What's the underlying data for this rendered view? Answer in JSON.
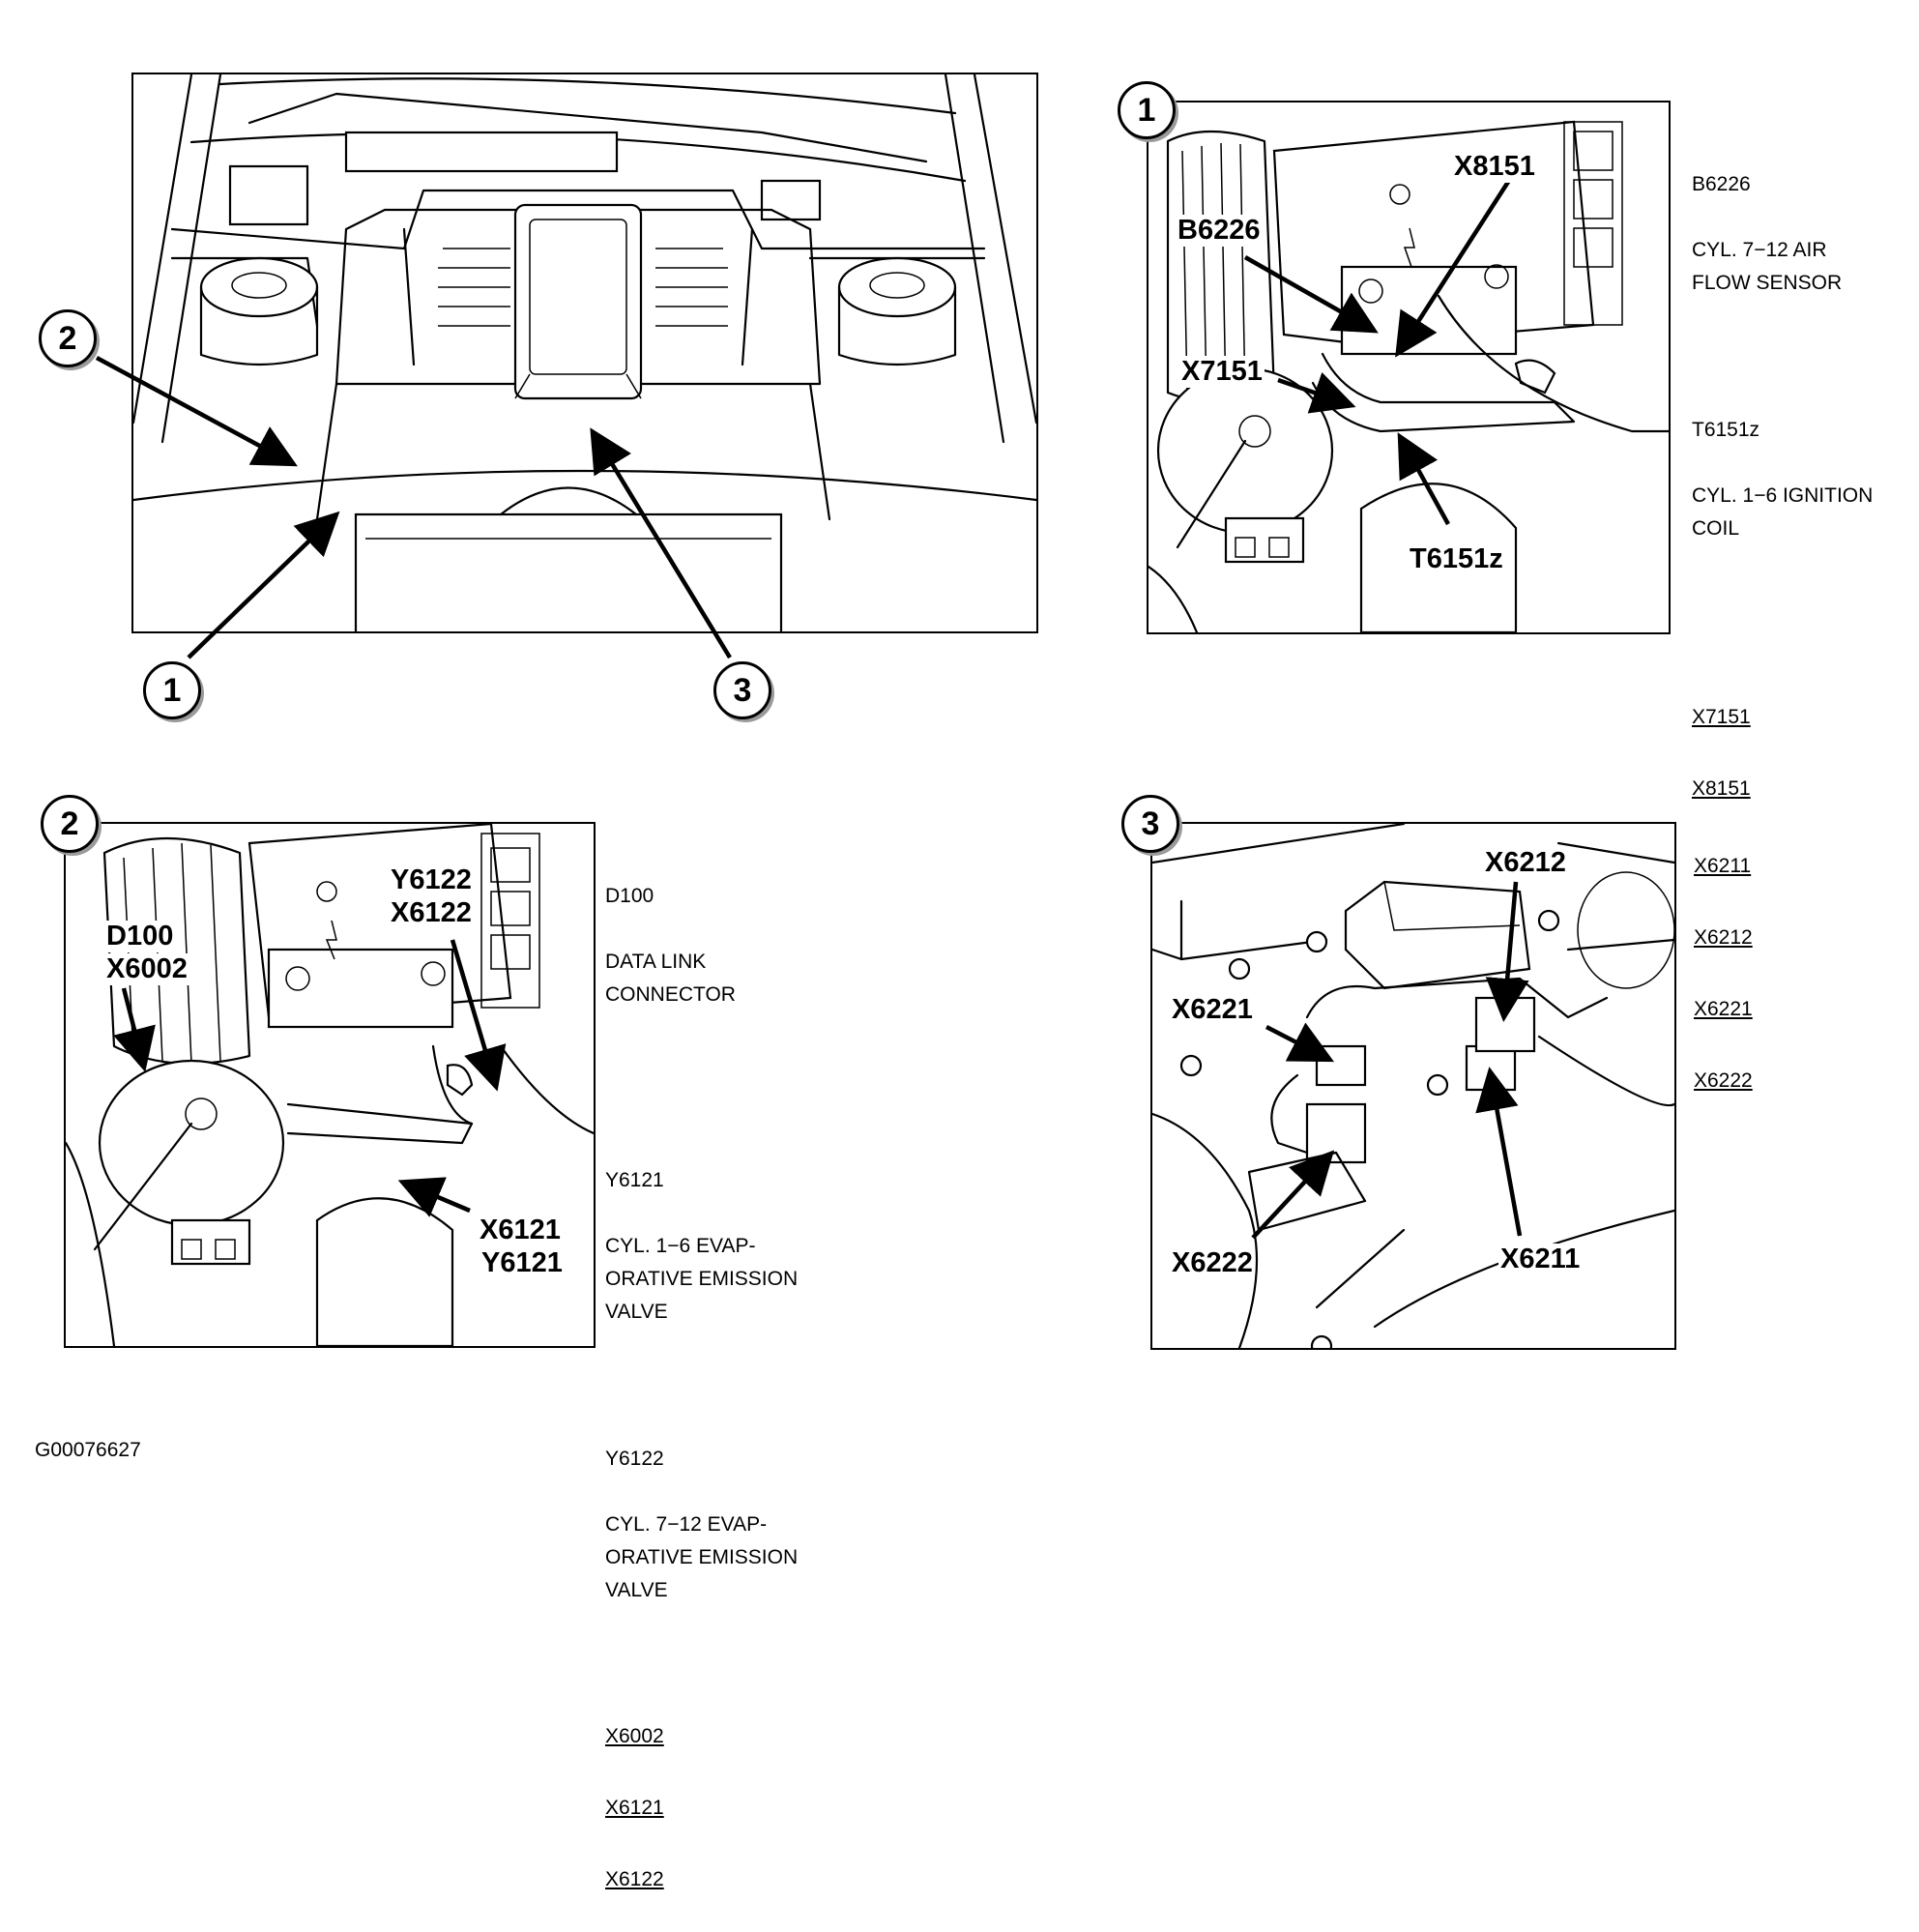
{
  "overview": {
    "badges": {
      "b1": "1",
      "b2": "2",
      "b3": "3"
    }
  },
  "detail1": {
    "badge": "1",
    "callouts": {
      "x8151": "X8151",
      "b6226": "B6226",
      "x7151": "X7151",
      "t6151z": "T6151z"
    },
    "legend": {
      "entry1_code": "B6226",
      "entry1_desc": "CYL. 7−12 AIR\nFLOW SENSOR",
      "entry2_code": "T6151z",
      "entry2_desc": "CYL. 1−6 IGNITION\nCOIL",
      "ref1": "X7151",
      "ref2": "X8151"
    }
  },
  "detail2": {
    "badge": "2",
    "callouts": {
      "y6122": "Y6122",
      "x6122": "X6122",
      "d100": "D100",
      "x6002": "X6002",
      "x6121": "X6121",
      "y6121": "Y6121"
    },
    "legend": {
      "entry1_code": "D100",
      "entry1_desc": "DATA LINK\nCONNECTOR",
      "entry2_code": "Y6121",
      "entry2_desc": "CYL. 1−6 EVAP-\nORATIVE EMISSION\nVALVE",
      "entry3_code": "Y6122",
      "entry3_desc": "CYL. 7−12 EVAP-\nORATIVE EMISSION\nVALVE",
      "ref1": "X6002",
      "ref2": "X6121",
      "ref3": "X6122"
    }
  },
  "detail3": {
    "badge": "3",
    "callouts": {
      "x6212": "X6212",
      "x6221": "X6221",
      "x6222": "X6222",
      "x6211": "X6211"
    },
    "legend": {
      "ref1": "X6211",
      "ref2": "X6212",
      "ref3": "X6221",
      "ref4": "X6222"
    }
  },
  "figure_id": "G00076627"
}
